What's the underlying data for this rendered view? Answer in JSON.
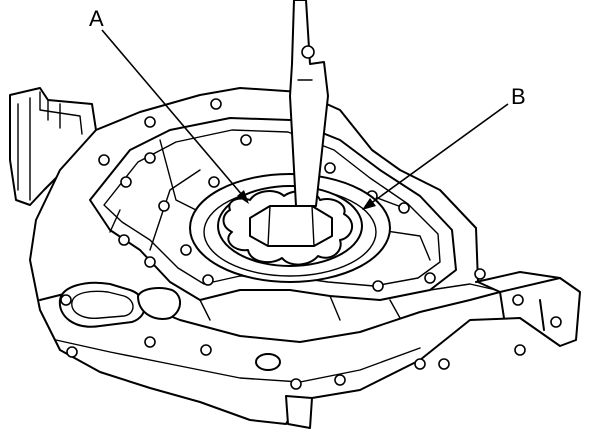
{
  "labels": {
    "a": "A",
    "b": "B"
  },
  "icons": [
    "oil-pump-housing-drawing",
    "inner-rotor-icon",
    "outer-rotor-icon",
    "screwdriver-icon"
  ]
}
